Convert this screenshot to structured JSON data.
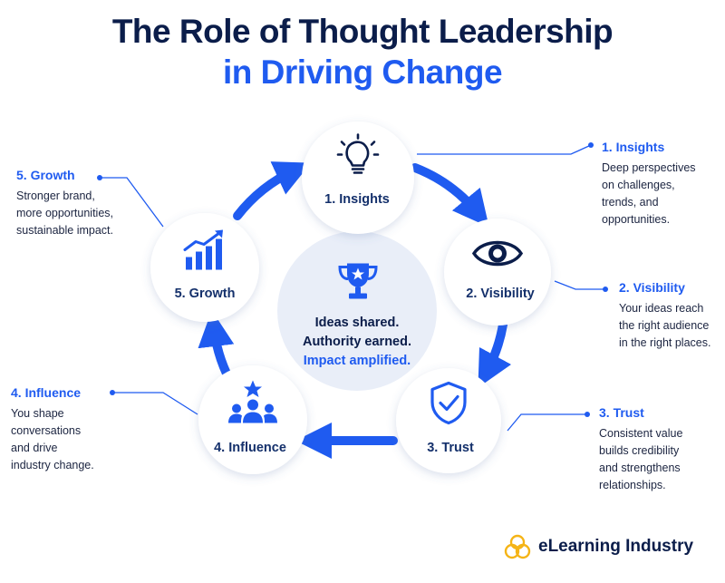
{
  "title": {
    "line1": "The Role of Thought Leadership",
    "line2": "in Driving Change"
  },
  "colors": {
    "navy": "#0b1d4a",
    "accent_blue": "#1f5bf0",
    "circle_fill": "#ffffff",
    "center_fill": "#e9eef8",
    "brand_yellow": "#f5b416"
  },
  "nodes": [
    {
      "label": "1. Insights",
      "icon": "lightbulb-icon"
    },
    {
      "label": "2. Visibility",
      "icon": "eye-icon"
    },
    {
      "label": "3. Trust",
      "icon": "shield-check-icon"
    },
    {
      "label": "4. Influence",
      "icon": "group-star-icon"
    },
    {
      "label": "5. Growth",
      "icon": "growth-chart-icon"
    }
  ],
  "center": {
    "icon": "trophy-icon",
    "line1": "Ideas shared.",
    "line2": "Authority earned.",
    "line3": "Impact amplified."
  },
  "callouts": [
    {
      "heading": "1. Insights",
      "body": "Deep perspectives\non challenges,\ntrends, and\nopportunities."
    },
    {
      "heading": "2. Visibility",
      "body": "Your ideas reach\nthe right audience\nin the right places."
    },
    {
      "heading": "3. Trust",
      "body": "Consistent value\nbuilds credibility\nand strengthens\nrelationships."
    },
    {
      "heading": "4. Influence",
      "body": "You shape\nconversations\nand drive\nindustry change."
    },
    {
      "heading": "5. Growth",
      "body": "Stronger brand,\nmore opportunities,\nsustainable impact."
    }
  ],
  "brand": {
    "name": "eLearning Industry",
    "icon": "elearning-industry-logo"
  }
}
